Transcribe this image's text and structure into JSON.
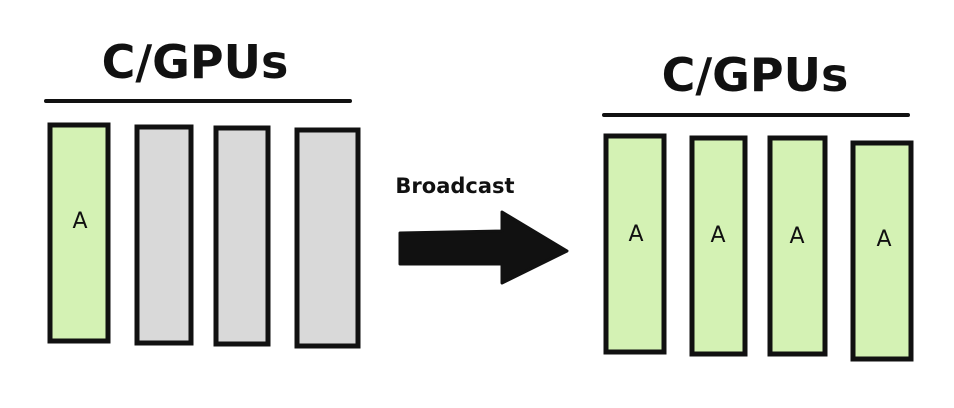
{
  "diagram": {
    "operation": "Broadcast",
    "colors": {
      "filled": "#d4f2b4",
      "empty": "#d9d9d9",
      "stroke": "#111111"
    },
    "before": {
      "title": "C/GPUs",
      "devices": [
        {
          "label": "A",
          "state": "filled"
        },
        {
          "label": "",
          "state": "empty"
        },
        {
          "label": "",
          "state": "empty"
        },
        {
          "label": "",
          "state": "empty"
        }
      ]
    },
    "after": {
      "title": "C/GPUs",
      "devices": [
        {
          "label": "A",
          "state": "filled"
        },
        {
          "label": "A",
          "state": "filled"
        },
        {
          "label": "A",
          "state": "filled"
        },
        {
          "label": "A",
          "state": "filled"
        }
      ]
    }
  }
}
